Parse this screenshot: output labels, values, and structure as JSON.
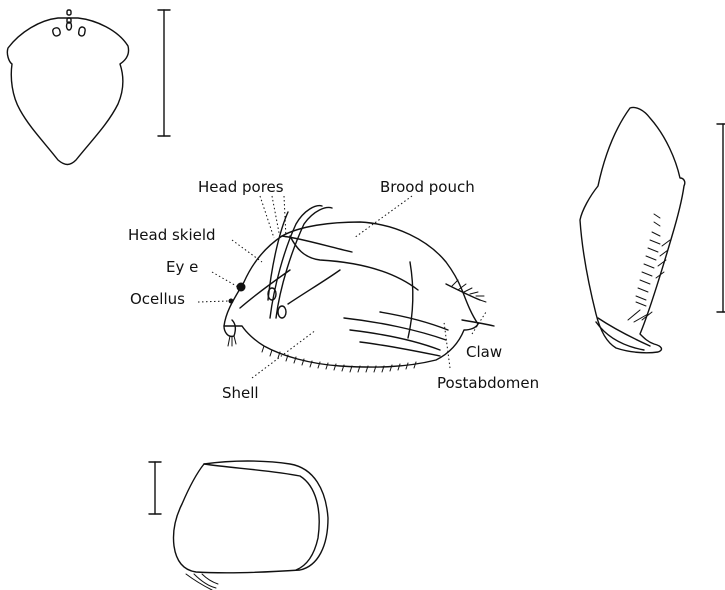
{
  "labels": {
    "head_pores": "Head pores",
    "brood_pouch": "Brood pouch",
    "head_skield": "Head skield",
    "eye": "Ey e",
    "ocellus": "Ocellus",
    "shell": "Shell",
    "claw": "Claw",
    "postabdomen": "Postabdomen"
  }
}
